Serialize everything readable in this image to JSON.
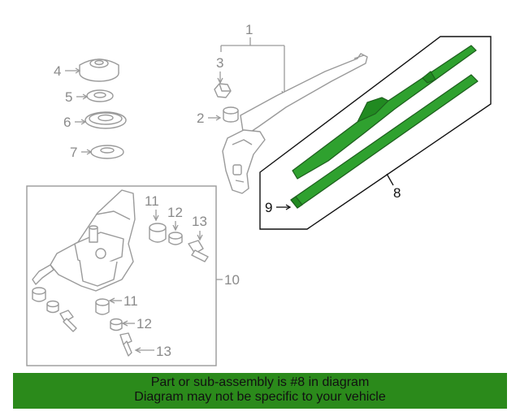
{
  "callouts": {
    "c1": "1",
    "c2": "2",
    "c3": "3",
    "c4": "4",
    "c5": "5",
    "c6": "6",
    "c7": "7",
    "c8": "8",
    "c9": "9",
    "c10": "10",
    "c11a": "11",
    "c11b": "11",
    "c12a": "12",
    "c12b": "12",
    "c13a": "13",
    "c13b": "13"
  },
  "banner": {
    "line1": "Part or sub-assembly is #8 in diagram",
    "line2": "Diagram may not be specific to your vehicle"
  },
  "colors": {
    "highlight": "#2fa12f",
    "banner": "#2b8a1b",
    "line_art": "#9a9a9a"
  }
}
